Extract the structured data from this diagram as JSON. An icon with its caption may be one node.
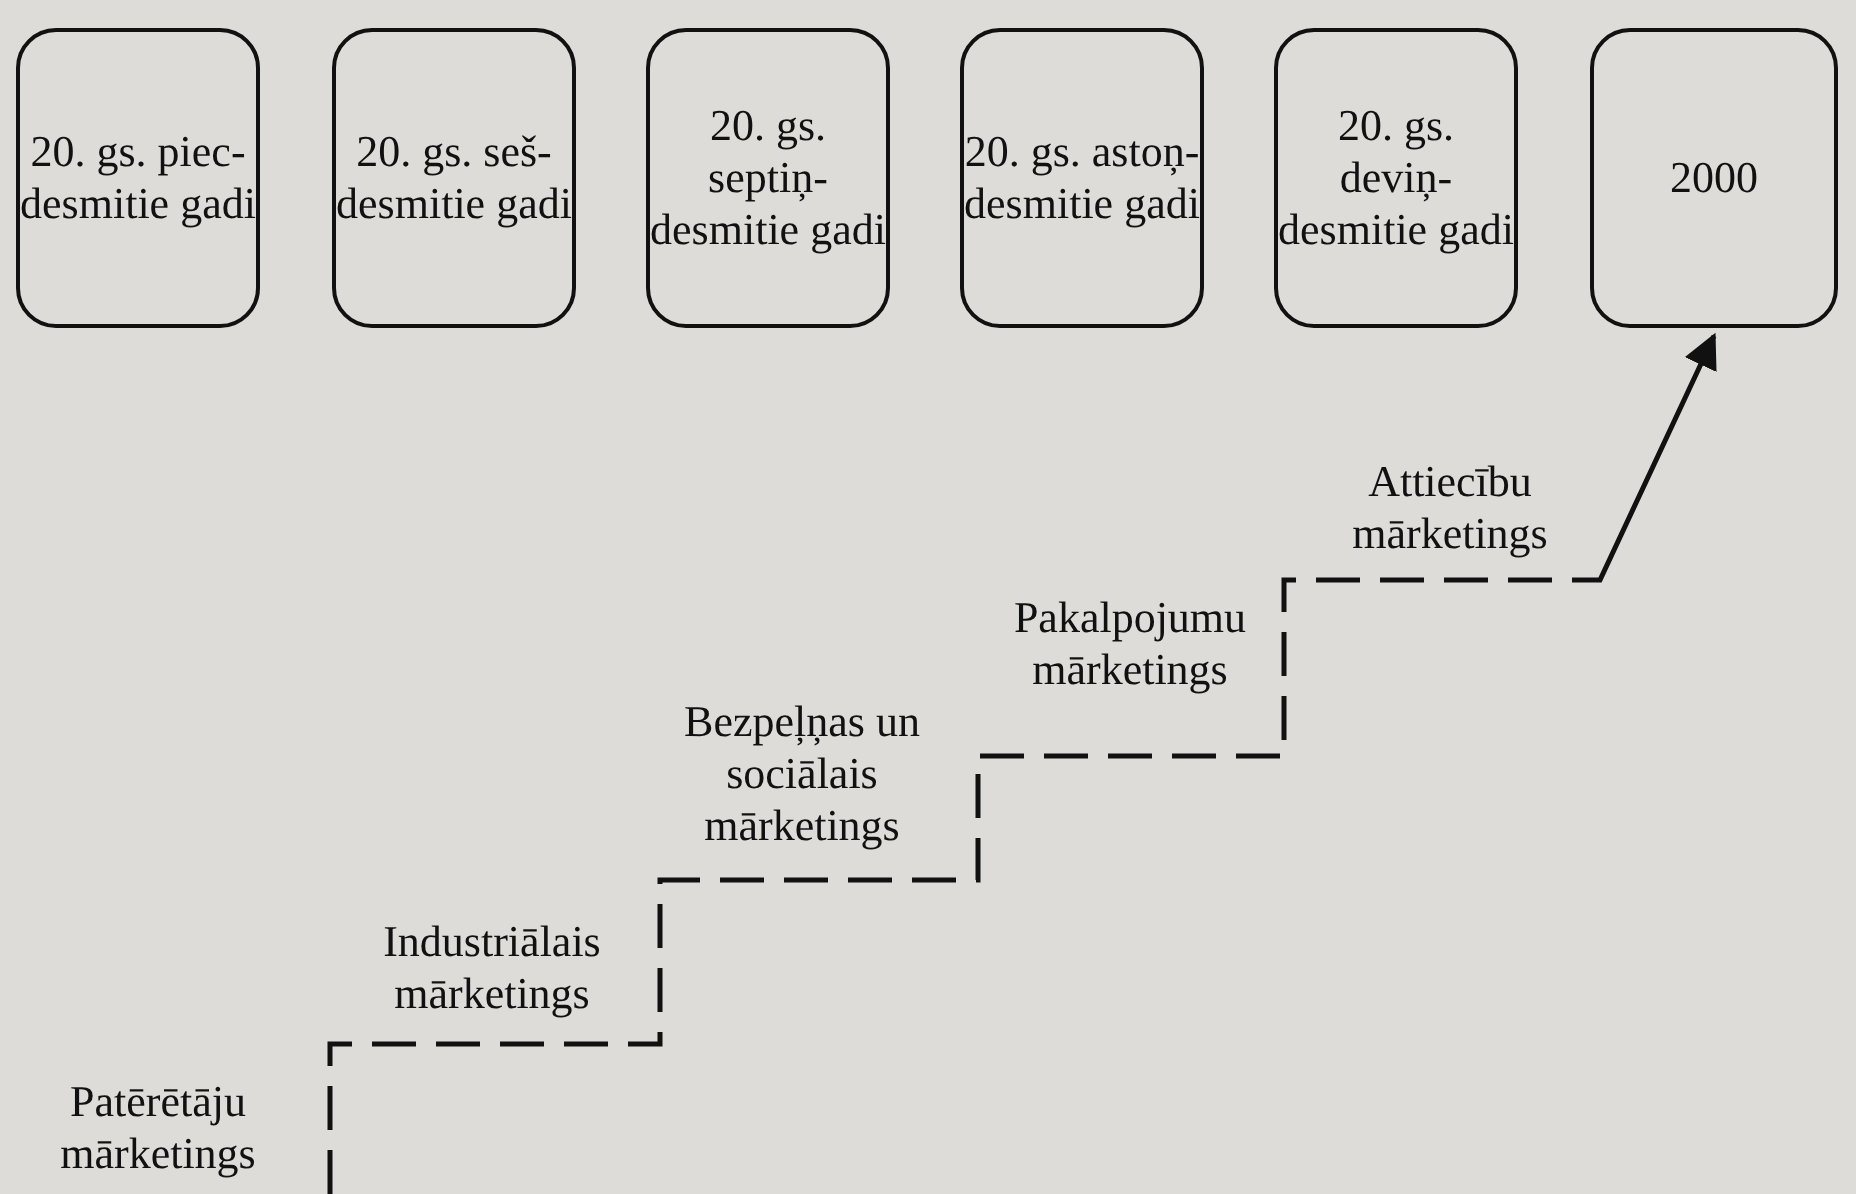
{
  "diagram": {
    "nodes": [
      {
        "text": [
          "20. gs. piec- desmitie gadi"
        ]
      },
      {
        "text": [
          "20. gs. seš- desmitie gadi"
        ]
      },
      {
        "text": [
          "20. gs. septiņ- desmitie gadi"
        ]
      },
      {
        "text": [
          "20. gs. astoņ- desmitie gadi"
        ]
      },
      {
        "text": [
          "20. gs. deviņ- desmitie gadi"
        ]
      },
      {
        "text": [
          "2000"
        ]
      }
    ],
    "edges": [
      {
        "from": null,
        "to": 5,
        "arrow": "to",
        "style": "dashed"
      }
    ],
    "labels": [
      "Attiecību mārketings",
      "Pakalpojumu mārketings",
      "Bezpeļņas un sociālais mārketings",
      "Industriālais mārketings",
      "Patērētāju mārketings"
    ]
  }
}
